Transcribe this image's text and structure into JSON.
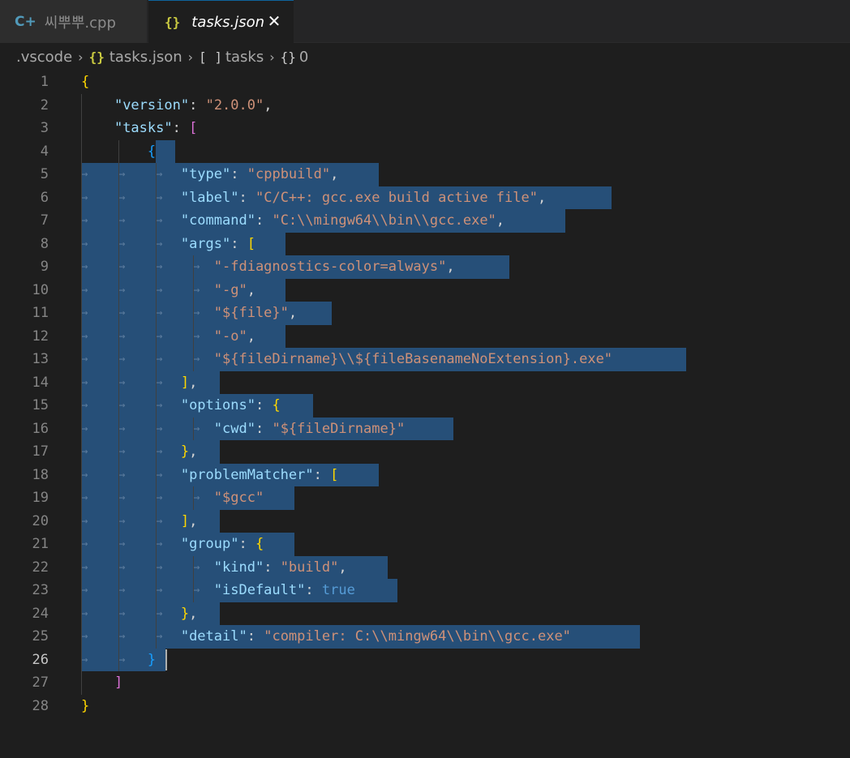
{
  "tabs": [
    {
      "icon": "cpp-file-icon",
      "label": "씨뿌뿌.cpp",
      "active": false
    },
    {
      "icon": "json-file-icon",
      "label": "tasks.json",
      "active": true
    }
  ],
  "breadcrumb": {
    "folder": ".vscode",
    "file": "tasks.json",
    "array": "tasks",
    "object": "0"
  },
  "editor": {
    "current_line": 26,
    "lines": [
      "{",
      "    \"version\": \"2.0.0\",",
      "    \"tasks\": [",
      "        {",
      "            \"type\": \"cppbuild\",",
      "            \"label\": \"C/C++: gcc.exe build active file\",",
      "            \"command\": \"C:\\\\mingw64\\\\bin\\\\gcc.exe\",",
      "            \"args\": [",
      "                \"-fdiagnostics-color=always\",",
      "                \"-g\",",
      "                \"${file}\",",
      "                \"-o\",",
      "                \"${fileDirname}\\\\${fileBasenameNoExtension}.exe\"",
      "            ],",
      "            \"options\": {",
      "                \"cwd\": \"${fileDirname}\"",
      "            },",
      "            \"problemMatcher\": [",
      "                \"$gcc\"",
      "            ],",
      "            \"group\": {",
      "                \"kind\": \"build\",",
      "                \"isDefault\": true",
      "            },",
      "            \"detail\": \"compiler: C:\\\\mingw64\\\\bin\\\\gcc.exe\"",
      "        }",
      "    ]",
      "}"
    ]
  },
  "colors": {
    "background": "#1e1e1e",
    "selection": "#264f78",
    "key": "#9cdcfe",
    "string": "#ce9178",
    "bracket_level1": "#ffd700",
    "bracket_level2": "#da70d6",
    "bracket_level3": "#179fff",
    "keyword": "#569cd6"
  }
}
